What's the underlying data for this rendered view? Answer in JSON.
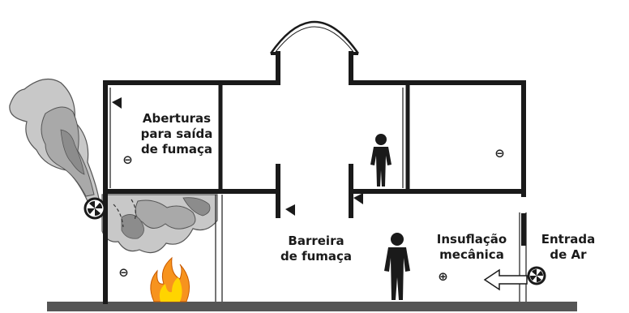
{
  "labels": {
    "openings": [
      "Aberturas",
      "para saída",
      "de fumaça"
    ],
    "barrier": [
      "Barreira",
      "de fumaça"
    ],
    "insufflation": [
      "Insuflação",
      "mecânica"
    ],
    "air_inlet": [
      "Entrada",
      "de Ar"
    ]
  },
  "signs": {
    "negative": "⊖",
    "positive": "⊕"
  },
  "colors": {
    "wall": "#1a1a1a",
    "ground": "#555555",
    "smoke_light": "#c8c8c8",
    "smoke_mid": "#a9a9a9",
    "smoke_dark": "#8c8c8c",
    "flame_outer": "#f7931e",
    "flame_inner": "#ffd400"
  },
  "icons": [
    "fan-icon",
    "fan-icon",
    "fire-icon",
    "person-icon",
    "person-icon",
    "arrow-left-icon"
  ]
}
